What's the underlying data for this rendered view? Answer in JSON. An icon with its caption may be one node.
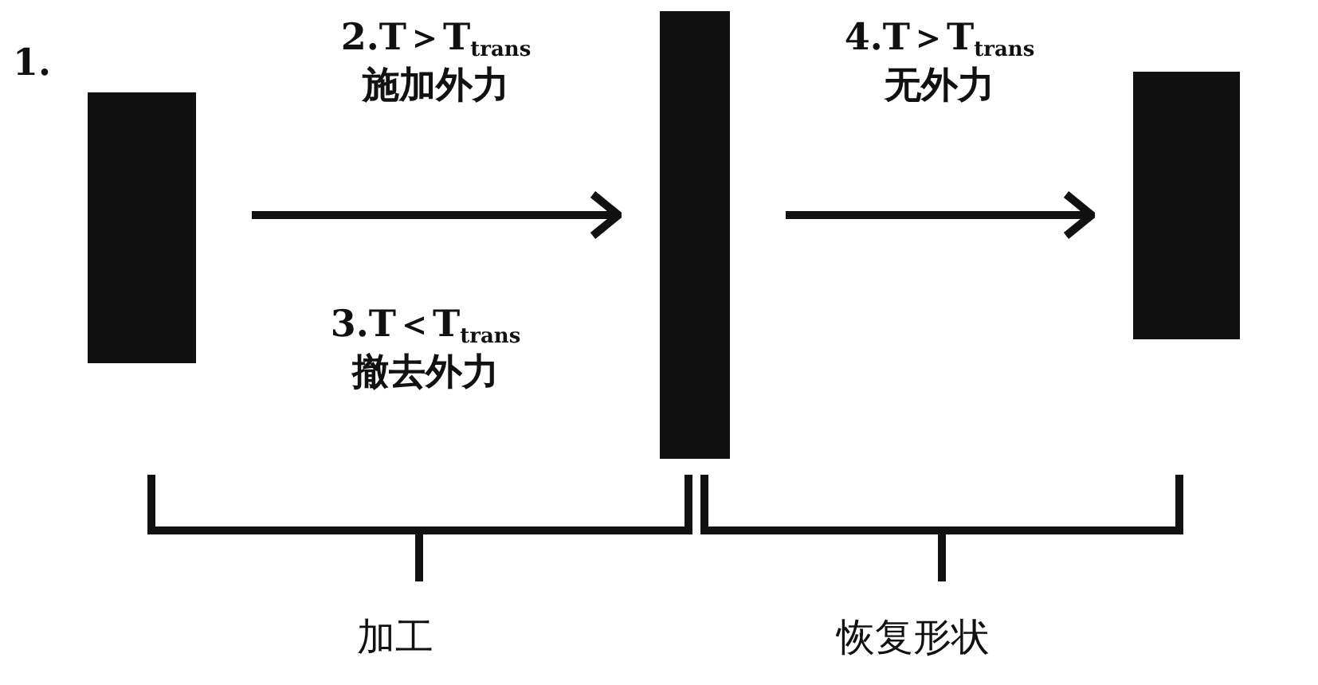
{
  "diagram": {
    "nodes": [
      {
        "text": [],
        "shape": "bar"
      },
      {
        "text": [],
        "shape": "bar"
      },
      {
        "text": [],
        "shape": "bar"
      }
    ],
    "edges": [
      {
        "from": 0,
        "to": 1,
        "arrow": "to",
        "label": "2.T＞T$_{trans}$ 施加外力"
      },
      {
        "from": 1,
        "to": 2,
        "arrow": "to",
        "label": "4.T＞T$_{trans}$ 无外力"
      }
    ],
    "labels": [
      "1.",
      "3.T＜T$_{trans}$ 撤去外力",
      "加工",
      "恢复形状"
    ]
  }
}
